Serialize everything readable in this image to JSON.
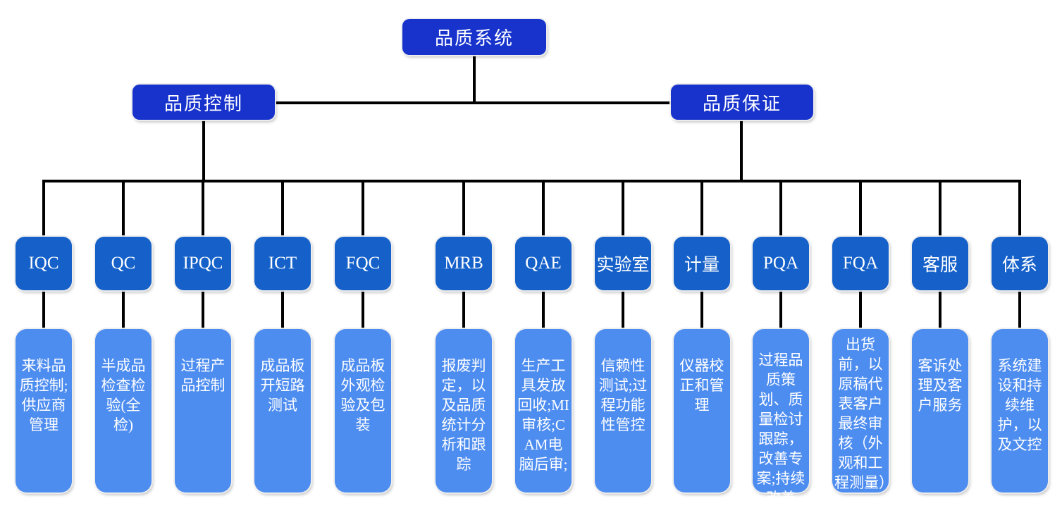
{
  "root": {
    "label": "品质系统"
  },
  "branches": [
    {
      "label": "品质控制"
    },
    {
      "label": "品质保证"
    }
  ],
  "departments": [
    {
      "label": "IQC",
      "description": "来料品质控制;供应商管理"
    },
    {
      "label": "QC",
      "description": "半成品检查检验(全检)"
    },
    {
      "label": "IPQC",
      "description": "过程产品控制"
    },
    {
      "label": "ICT",
      "description": "成品板开短路测试"
    },
    {
      "label": "FQC",
      "description": "成品板外观检验及包装"
    },
    {
      "label": "MRB",
      "description": "报废判定，以及品质统计分析和跟踪"
    },
    {
      "label": "QAE",
      "description": "生产工具发放回收;MI审核;CAM电脑后审;"
    },
    {
      "label": "实验室",
      "description": "信赖性测试;过程功能性管控"
    },
    {
      "label": "计量",
      "description": "仪器校正和管理"
    },
    {
      "label": "PQA",
      "description": "过程品质策划、质量检讨跟踪，改善专案;持续改善"
    },
    {
      "label": "FQA",
      "description": "出货前，以原稿代表客户最终审核（外观和工程测量）"
    },
    {
      "label": "客服",
      "description": "客诉处理及客户服务"
    },
    {
      "label": "体系",
      "description": "系统建设和持续维护，以及文控"
    }
  ],
  "colors": {
    "level1_fill": "#1733CC",
    "level3_fill": "#1561C9",
    "description_fill": "#4E8DF0",
    "connector": "#000000",
    "text": "#FFFFFF"
  }
}
